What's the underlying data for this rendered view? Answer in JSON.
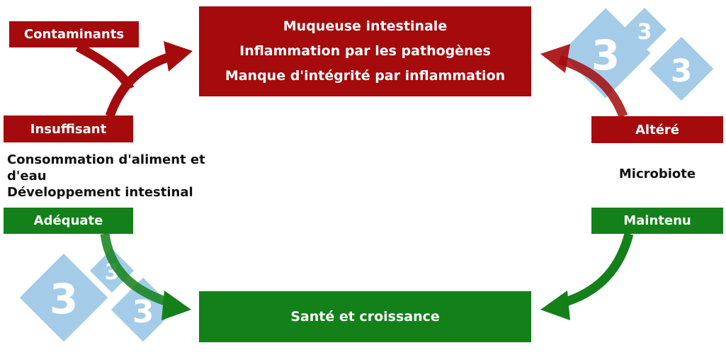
{
  "top_box": {
    "lines": [
      "Muqueuse intestinale",
      "Inflammation par les pathogènes",
      "Manque d'intégrité par inflammation"
    ]
  },
  "bottom_box": {
    "label": "Santé et croissance"
  },
  "left": {
    "contaminants_label": "Contaminants",
    "insuffisant_label": "Insuffisant",
    "adequate_label": "Adéquate",
    "text_lines": [
      "Consommation d'aliment et",
      "d'eau",
      "Développement intestinal"
    ]
  },
  "right": {
    "altere_label": "Altéré",
    "maintenu_label": "Maintenu",
    "text": "Microbiote"
  },
  "watermark": {
    "glyph": "3"
  },
  "colors": {
    "red": "#a50a0d",
    "green": "#13801a",
    "watermark": "#8ec0e3"
  }
}
